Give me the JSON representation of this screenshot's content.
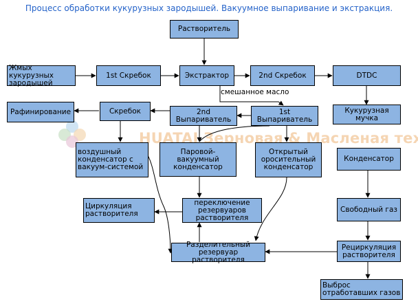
{
  "title": "Процесс обработки кукурузных зародышей. Вакуумное выпаривание и экстракция.",
  "watermark": "HUATAI Зерновая & Масленая техника",
  "nodes": {
    "solvent": "Растворитель",
    "germ_cake": "Жмых кукурузных зародышей",
    "scraper1": "1st Скребок",
    "extractor": "Экстрактор",
    "scraper2": "2nd Скребок",
    "dtdc": "DTDC",
    "refining": "Рафинирование",
    "scraper": "Скребок",
    "evaporator2": "2nd Выпариватель",
    "evaporator1": "1st Выпариватель",
    "corn_meal": "Кукурузная мучка",
    "air_condenser": "воздушный конденсатор с вакуум-системой",
    "steam_vacuum_condenser": "Паровой-вакуумный конденсатор",
    "open_spray_condenser": "Открытый оросительный конденсатор",
    "condenser": "Конденсатор",
    "solvent_circulation": "Циркуляция растворителя",
    "tank_switch": "переключение резервуаров растворителя",
    "free_gas": "Свободный газ",
    "separating_tank": "Разделительный резервуар растворителя",
    "solvent_recirculation": "Рециркуляция растворителя",
    "exhaust_gases": "Выброс отработавших газов"
  },
  "edge_labels": {
    "mixed_oil": "смешанное масло"
  }
}
